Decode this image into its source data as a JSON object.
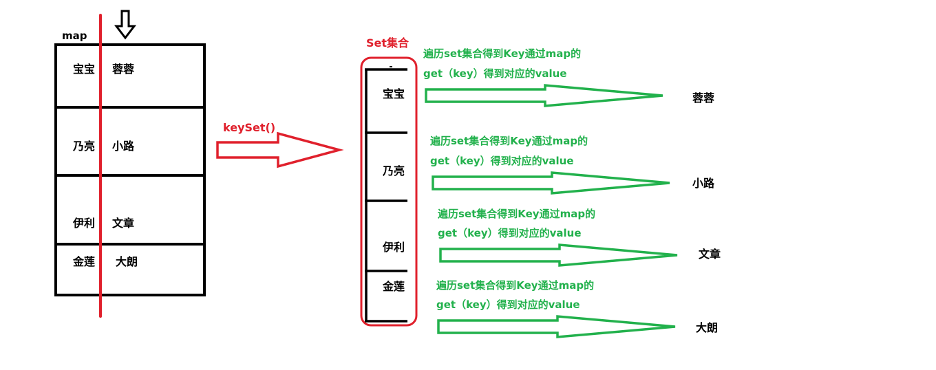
{
  "colors": {
    "red": "#e0202c",
    "green": "#22b14c",
    "black": "#000000"
  },
  "map": {
    "title": "map",
    "rows": [
      {
        "key": "宝宝",
        "value": "蓉蓉"
      },
      {
        "key": "乃亮",
        "value": "小路"
      },
      {
        "key": "伊利",
        "value": "文章"
      },
      {
        "key": "金莲",
        "value": "大朗"
      }
    ]
  },
  "keyset_label": "keySet()",
  "set": {
    "title": "Set集合",
    "keys": [
      "宝宝",
      "乃亮",
      "伊利",
      "金莲"
    ]
  },
  "lookups": [
    {
      "line1": "遍历set集合得到Key通过map的",
      "line2": "get（key）得到对应的value",
      "result": "蓉蓉"
    },
    {
      "line1": "遍历set集合得到Key通过map的",
      "line2": "get（key）得到对应的value",
      "result": "小路"
    },
    {
      "line1": "遍历set集合得到Key通过map的",
      "line2": "get（key）得到对应的value",
      "result": "文章"
    },
    {
      "line1": "遍历set集合得到Key通过map的",
      "line2": "get（key）得到对应的value",
      "result": "大朗"
    }
  ],
  "icons": {
    "down_arrow": "down-arrow-icon",
    "keyset_arrow": "right-arrow-icon",
    "lookup_arrow": "right-arrow-icon"
  }
}
